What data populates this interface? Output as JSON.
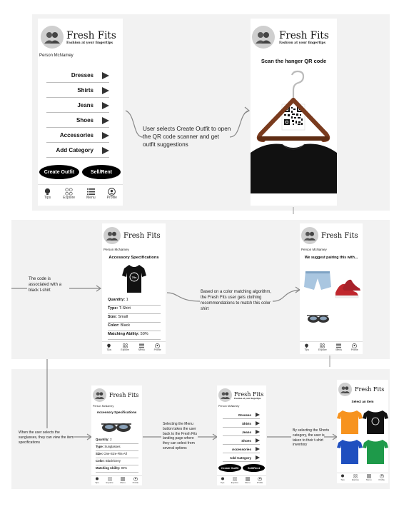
{
  "brand": {
    "name": "Fresh Fits",
    "tagline": "Fashion at your fingertips"
  },
  "user": {
    "name": "Person McNamey"
  },
  "menu": {
    "items": [
      "Dresses",
      "Shirts",
      "Jeans",
      "Shoes",
      "Accessories",
      "Add Category"
    ],
    "create_outfit": "Create Outfit",
    "sell_rent": "Sell/Rent"
  },
  "nav": {
    "tips": "Tips",
    "explore": "Explore",
    "menu": "Menu",
    "profile": "Profile"
  },
  "scan": {
    "title": "Scan the hanger QR code"
  },
  "specs": {
    "title": "Accessory Specifications",
    "shirt": {
      "quantity_label": "Quantity:",
      "quantity": "1",
      "type_label": "Type:",
      "type": "T-Shirt",
      "size_label": "Size:",
      "size": "Small",
      "color_label": "Color:",
      "color": "Black",
      "match_label": "Matching Ability:",
      "match": "50%"
    },
    "glasses": {
      "quantity_label": "Quantity:",
      "quantity": "2",
      "type_label": "Type:",
      "type": "Sunglasses",
      "size_label": "Size:",
      "size": "One-Size-Fits-All",
      "color_label": "Color:",
      "color": "Black/Grey",
      "match_label": "Matching Ability:",
      "match": "90%"
    }
  },
  "suggest": {
    "title": "We suggest pairing this with..."
  },
  "shirts_screen": {
    "title": "Select an Item"
  },
  "captions": {
    "c1": "User selects Create Outfit to open the QR code scanner and get outfit suggestions",
    "c2": "The code is associated with a black t-shirt",
    "c3": "Based on a color matching algorithm, the Fresh Fits user gets clothing recommendations to match this color shirt",
    "c4": "When the user selects the sunglasses, they can view the item specifications",
    "c5": "Selecting the Menu button takes the user back to the Fresh Fits landing page where they can select from several options",
    "c6": "By selecting the Shorts category, the user is taken to their t-shirt inventory"
  },
  "colors": {
    "band": "#f2f2f2",
    "hanger_wood": "#7a3b1e",
    "shirt_black": "#111111",
    "jeans": "#a9c6e0",
    "sneaker_red": "#c0272d",
    "tee_orange": "#f7931e",
    "tee_blue": "#1f4fbf",
    "tee_green": "#1e9a4a"
  }
}
